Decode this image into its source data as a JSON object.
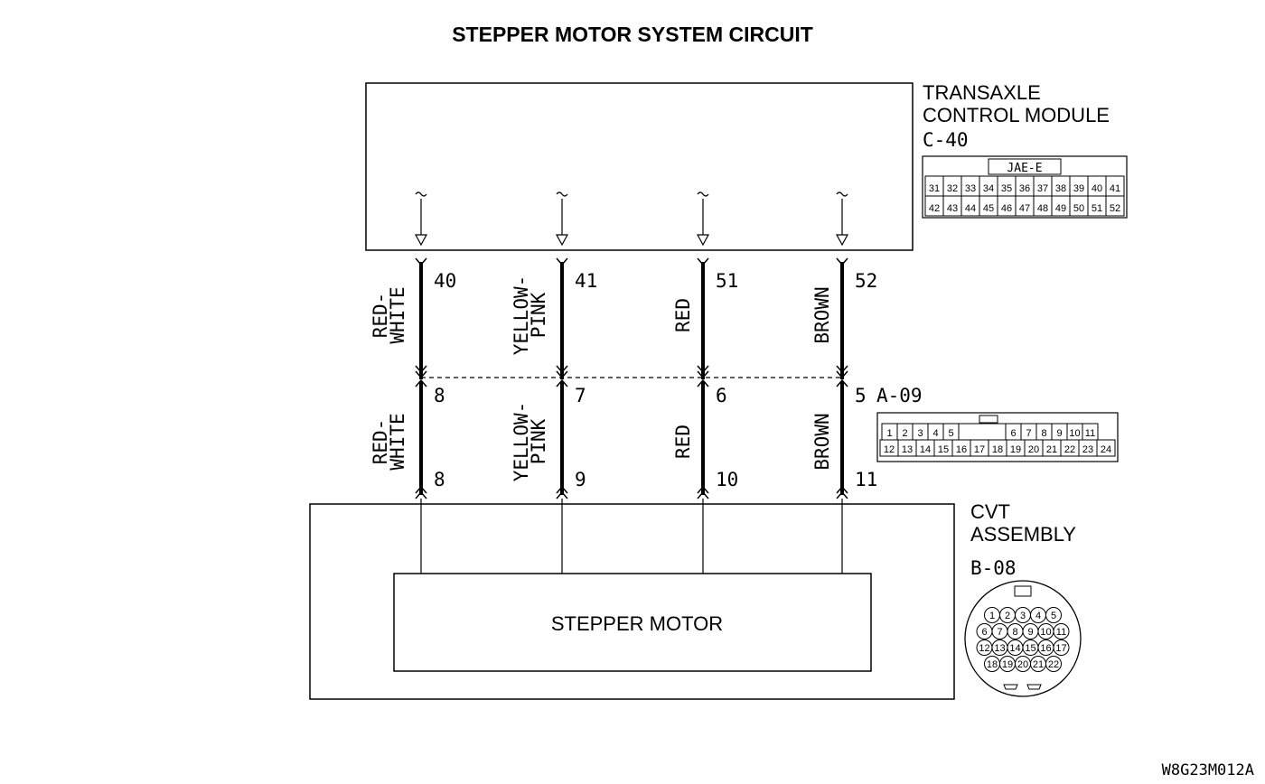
{
  "title": "STEPPER MOTOR SYSTEM CIRCUIT",
  "tcm": {
    "name_line1": "TRANSAXLE",
    "name_line2": "CONTROL MODULE",
    "connector_id": "C-40",
    "connector_type": "JAE-E",
    "connector_row1": [
      "31",
      "32",
      "33",
      "34",
      "35",
      "36",
      "37",
      "38",
      "39",
      "40",
      "41"
    ],
    "connector_row2": [
      "42",
      "43",
      "44",
      "45",
      "46",
      "47",
      "48",
      "49",
      "50",
      "51",
      "52"
    ]
  },
  "cvt": {
    "name_line1": "CVT",
    "name_line2": "ASSEMBLY",
    "connector_id": "B-08",
    "stepper_motor_label": "STEPPER MOTOR",
    "connector_rows": [
      [
        "1",
        "2",
        "3",
        "4",
        "5"
      ],
      [
        "6",
        "7",
        "8",
        "9",
        "10",
        "11"
      ],
      [
        "12",
        "13",
        "14",
        "15",
        "16",
        "17"
      ],
      [
        "18",
        "19",
        "20",
        "21",
        "22"
      ]
    ]
  },
  "junction": {
    "connector_id": "A-09",
    "connector_row1": [
      "1",
      "2",
      "3",
      "4",
      "5",
      "",
      "6",
      "7",
      "8",
      "9",
      "10",
      "11"
    ],
    "connector_row2": [
      "12",
      "13",
      "14",
      "15",
      "16",
      "17",
      "18",
      "19",
      "20",
      "21",
      "22",
      "23",
      "24"
    ]
  },
  "wires": [
    {
      "upper_color_1": "RED-",
      "upper_color_2": "WHITE",
      "lower_color_1": "RED-",
      "lower_color_2": "WHITE",
      "tcm_pin": "40",
      "junction_pin": "8",
      "cvt_pin": "8"
    },
    {
      "upper_color_1": "YELLOW-",
      "upper_color_2": "PINK",
      "lower_color_1": "YELLOW-",
      "lower_color_2": "PINK",
      "tcm_pin": "41",
      "junction_pin": "7",
      "cvt_pin": "9"
    },
    {
      "upper_color_1": "RED",
      "upper_color_2": "",
      "lower_color_1": "RED",
      "lower_color_2": "",
      "tcm_pin": "51",
      "junction_pin": "6",
      "cvt_pin": "10"
    },
    {
      "upper_color_1": "BROWN",
      "upper_color_2": "",
      "lower_color_1": "BROWN",
      "lower_color_2": "",
      "tcm_pin": "52",
      "junction_pin": "5",
      "cvt_pin": "11"
    }
  ],
  "figure_code": "W8G23M012A"
}
